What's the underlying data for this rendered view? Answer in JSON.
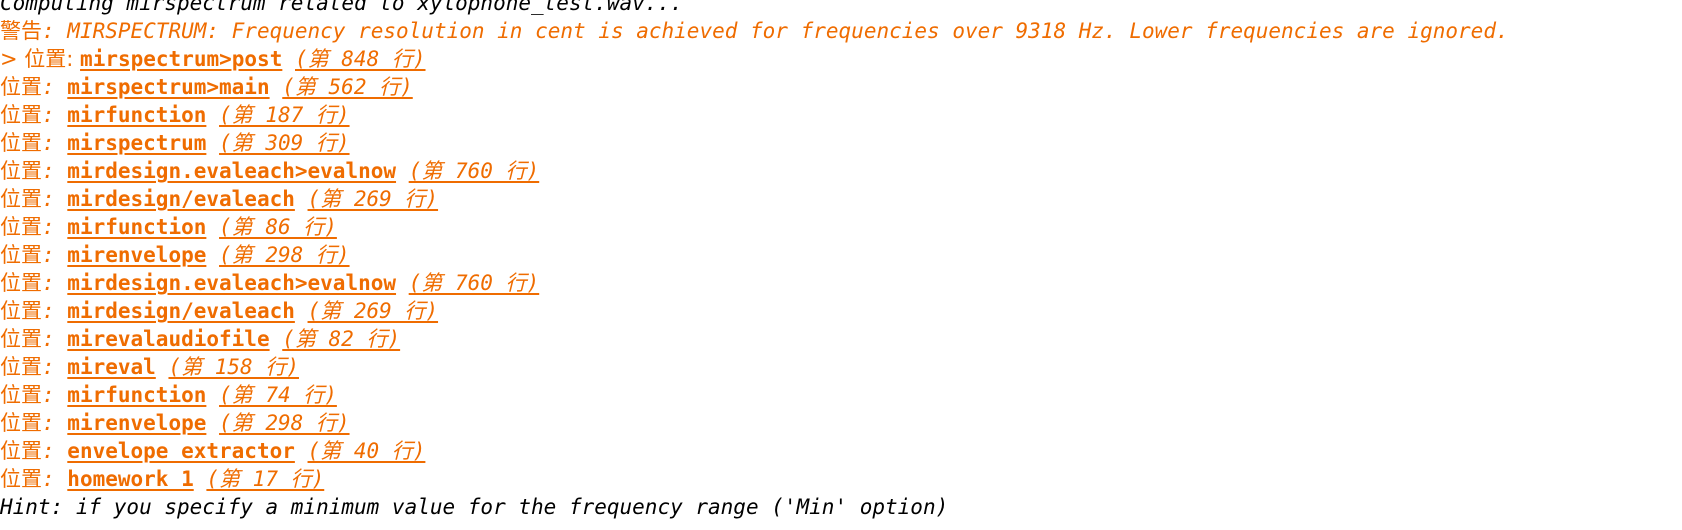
{
  "console": {
    "computing_line": "Computing mirspectrum related to xylophone_test.wav...",
    "warning": {
      "label": "警告",
      "colon": ":",
      "message": " MIRSPECTRUM: Frequency resolution in cent is achieved for frequencies over 9318 Hz. Lower frequencies are ignored."
    },
    "stack": [
      {
        "prefix": "> 位置",
        "sep": ": ",
        "func": "mirspectrum>post",
        "loc": "(第 848 行)"
      },
      {
        "prefix": "位置",
        "sep": ": ",
        "func": "mirspectrum>main",
        "loc": "(第 562 行)"
      },
      {
        "prefix": "位置",
        "sep": ": ",
        "func": "mirfunction",
        "loc": "(第 187 行)"
      },
      {
        "prefix": "位置",
        "sep": ": ",
        "func": "mirspectrum",
        "loc": "(第 309 行)"
      },
      {
        "prefix": "位置",
        "sep": ": ",
        "func": "mirdesign.evaleach>evalnow",
        "loc": "(第 760 行)"
      },
      {
        "prefix": "位置",
        "sep": ": ",
        "func": "mirdesign/evaleach",
        "loc": "(第 269 行)"
      },
      {
        "prefix": "位置",
        "sep": ": ",
        "func": "mirfunction",
        "loc": "(第 86 行)"
      },
      {
        "prefix": "位置",
        "sep": ": ",
        "func": "mirenvelope",
        "loc": "(第 298 行)"
      },
      {
        "prefix": "位置",
        "sep": ": ",
        "func": "mirdesign.evaleach>evalnow",
        "loc": "(第 760 行)"
      },
      {
        "prefix": "位置",
        "sep": ": ",
        "func": "mirdesign/evaleach",
        "loc": "(第 269 行)"
      },
      {
        "prefix": "位置",
        "sep": ": ",
        "func": "mirevalaudiofile",
        "loc": "(第 82 行)"
      },
      {
        "prefix": "位置",
        "sep": ": ",
        "func": "mireval",
        "loc": "(第 158 行)"
      },
      {
        "prefix": "位置",
        "sep": ": ",
        "func": "mirfunction",
        "loc": "(第 74 行)"
      },
      {
        "prefix": "位置",
        "sep": ": ",
        "func": "mirenvelope",
        "loc": "(第 298 行)"
      },
      {
        "prefix": "位置",
        "sep": ": ",
        "func": "envelope_extractor",
        "loc": "(第 40 行)"
      },
      {
        "prefix": "位置",
        "sep": ": ",
        "func": "homework_1",
        "loc": "(第 17 行)"
      }
    ],
    "hint_line": "Hint: if you specify a minimum value for the frequency range ('Min' option)"
  },
  "colors": {
    "warning": "#ef6c00",
    "text": "#000000",
    "background": "#ffffff"
  }
}
